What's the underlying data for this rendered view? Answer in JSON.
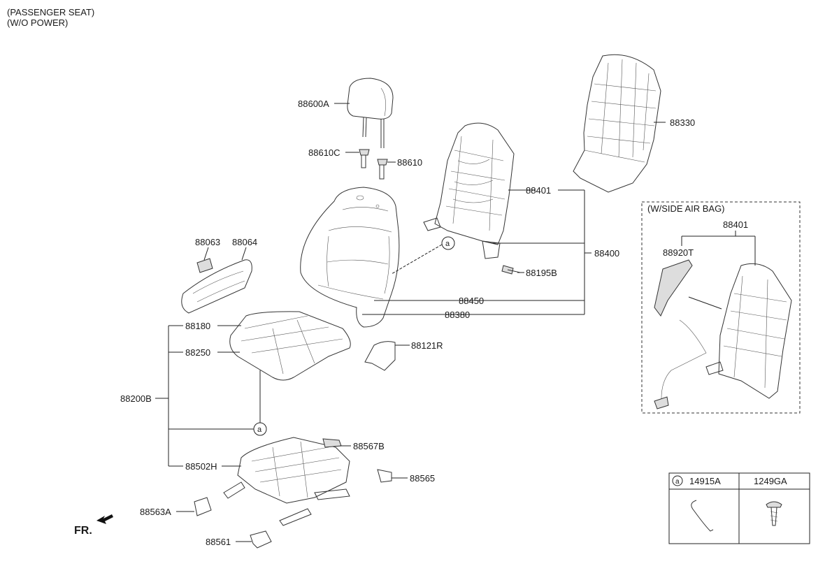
{
  "header": {
    "line1": "(PASSENGER SEAT)",
    "line2": "(W/O POWER)"
  },
  "front_indicator": "FR.",
  "ref_marker": "a",
  "parts": {
    "headrest": "88600A",
    "guide_c": "88610C",
    "guide": "88610",
    "back_pad": "88330",
    "back_frame": "88401",
    "back_assy": "88400",
    "bolt": "88195B",
    "back_covering": "88450",
    "back_pad_assy": "88380",
    "knob_63": "88063",
    "knob_64": "88064",
    "cushion_covering": "88180",
    "cushion_pad": "88250",
    "cushion_assy": "88200B",
    "cover_121r": "88121R",
    "track_cover_567b": "88567B",
    "cushion_frame": "88502H",
    "cover_565": "88565",
    "cover_563a": "88563A",
    "cover_561": "88561"
  },
  "airbag_box": {
    "title": "(W/SIDE AIR BAG)",
    "frame": "88401",
    "module": "88920T"
  },
  "legend_table": {
    "col1": "14915A",
    "col2": "1249GA"
  }
}
